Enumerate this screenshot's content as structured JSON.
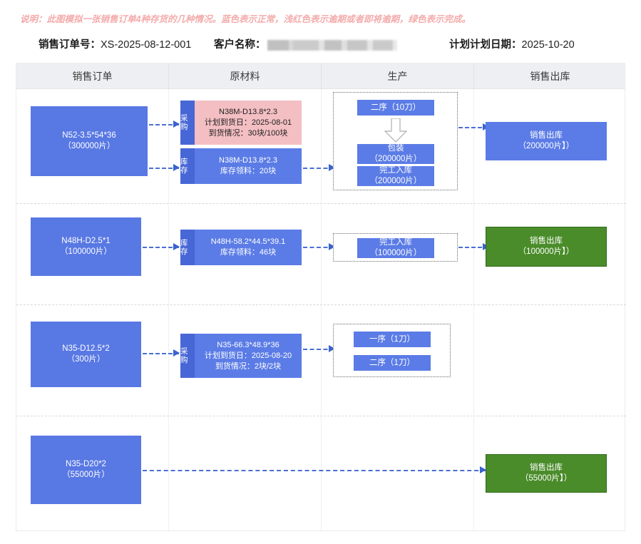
{
  "header": {
    "note": "说明：此图模拟一张销售订单4种存货的几种情况。蓝色表示正常，浅红色表示逾期或者即将逾期，绿色表示完成。",
    "order_label": "销售订单号：",
    "order_value": "XS-2025-08-12-001",
    "customer_label": "客户名称：",
    "customer_value": "",
    "plan_date_label": "计划计划日期：",
    "plan_date_value": "2025-10-20"
  },
  "columns": [
    {
      "label": "销售订单"
    },
    {
      "label": "原材料"
    },
    {
      "label": "生产"
    },
    {
      "label": "销售出库"
    }
  ],
  "colors": {
    "blue": "#5b7ce6",
    "tag_blue": "#4867d6",
    "pink": "#f3bfc3",
    "green": "#4a8c2a",
    "arrow": "#4a6fd4",
    "header_bg": "#edeff2",
    "note_red": "#f4abab"
  },
  "rows": [
    {
      "order": {
        "line1": "N52-3.5*54*36",
        "line2": "（300000片）"
      },
      "materials": [
        {
          "tag": "采购",
          "state": "overdue",
          "line1": "N38M-D13.8*2.3",
          "line2": "计划到货日：2025-08-01",
          "line3": "到货情况：30块/100块"
        },
        {
          "tag": "库存",
          "state": "normal",
          "line1": "N38M-D13.8*2.3",
          "line2": "库存领料：20块",
          "line3": ""
        }
      ],
      "production": [
        {
          "line1": "二序（10刀）",
          "line2": ""
        },
        {
          "line1": "包装",
          "line2": "（200000片）"
        },
        {
          "line1": "完工入库",
          "line2": "（200000片）"
        }
      ],
      "outbound": {
        "state": "normal",
        "line1": "销售出库",
        "line2": "（200000片】）"
      }
    },
    {
      "order": {
        "line1": "N48H-D2.5*1",
        "line2": "（100000片）"
      },
      "materials": [
        {
          "tag": "库存",
          "state": "normal",
          "line1": "N48H-58.2*44.5*39.1",
          "line2": "库存领料：46块",
          "line3": ""
        }
      ],
      "production": [
        {
          "line1": "完工入库",
          "line2": "（100000片）"
        }
      ],
      "outbound": {
        "state": "done",
        "line1": "销售出库",
        "line2": "（100000片】）"
      }
    },
    {
      "order": {
        "line1": "N35-D12.5*2",
        "line2": "（300片）"
      },
      "materials": [
        {
          "tag": "采购",
          "state": "normal",
          "line1": "N35-66.3*48.9*36",
          "line2": "计划到货日：2025-08-20",
          "line3": "到货情况：2块/2块"
        }
      ],
      "production": [
        {
          "line1": "一序（1刀）",
          "line2": ""
        },
        {
          "line1": "二序（1刀）",
          "line2": ""
        }
      ],
      "outbound": null
    },
    {
      "order": {
        "line1": "N35-D20*2",
        "line2": "（55000片）"
      },
      "materials": [],
      "production": [],
      "outbound": {
        "state": "done",
        "line1": "销售出库",
        "line2": "（55000片】）"
      }
    }
  ]
}
